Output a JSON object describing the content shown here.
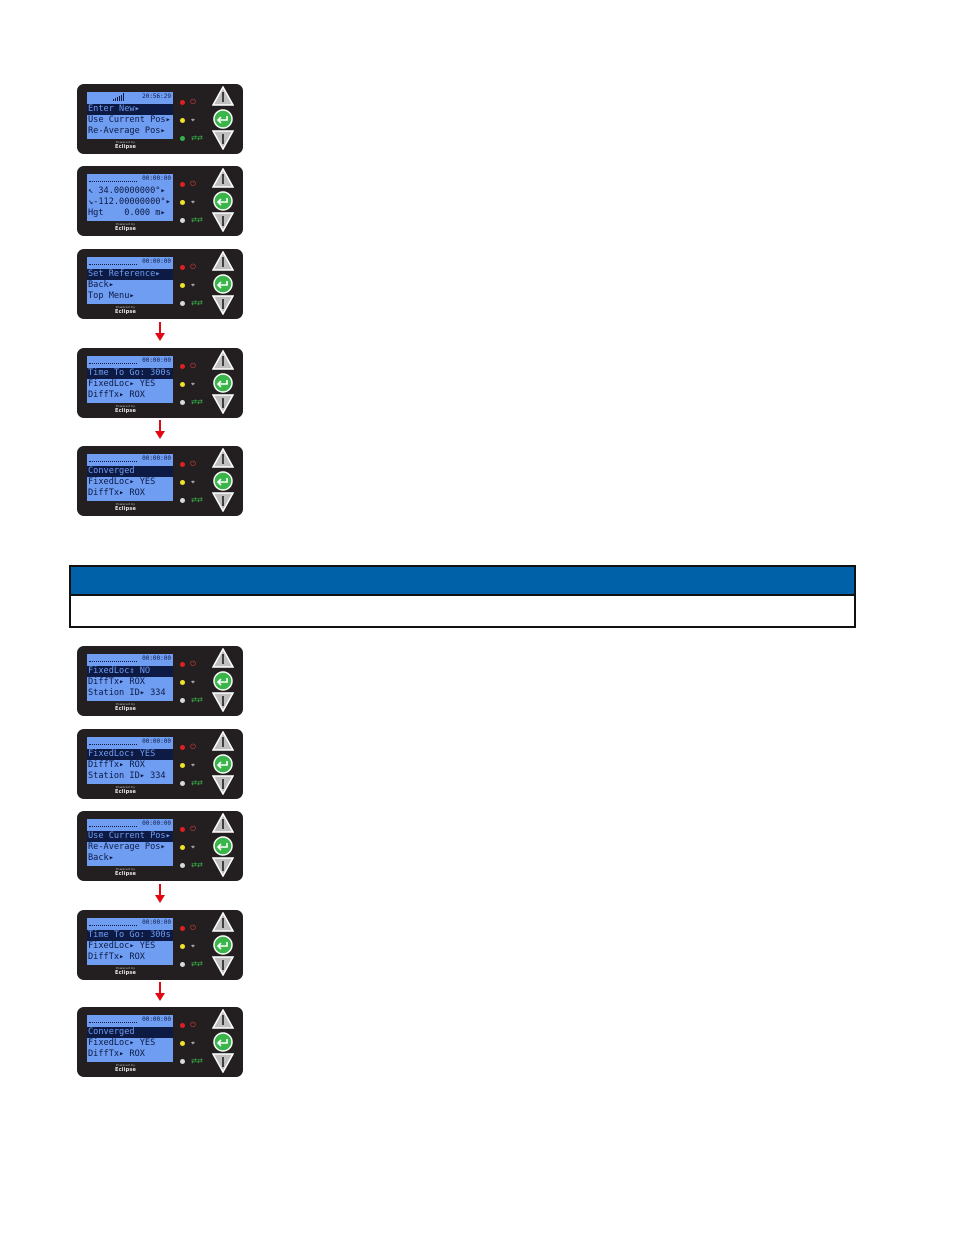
{
  "status_dots": "...............",
  "devices": [
    {
      "time": "20:56:29",
      "lines": [
        "Enter New▸",
        "Use Current Pos▸",
        "Re-Average Pos▸"
      ],
      "selected": 0,
      "signal": true,
      "led3": "green"
    },
    {
      "time": "00:00:00",
      "lines": [
        "↖ 34.00000000°▸",
        "↘-112.00000000°▸",
        "Hgt    0.000 m▸"
      ],
      "selected": -1,
      "signal": false,
      "led3": "white"
    },
    {
      "time": "00:00:00",
      "lines": [
        "Set Reference▸",
        "Back▸",
        "Top Menu▸"
      ],
      "selected": 0,
      "signal": false,
      "led3": "white"
    },
    {
      "time": "00:00:00",
      "lines": [
        "Time To Go: 300s",
        "FixedLoc▸ YES",
        "DiffTx▸ ROX"
      ],
      "selected": 0,
      "signal": false,
      "led3": "white"
    },
    {
      "time": "00:00:00",
      "lines": [
        "Converged",
        "FixedLoc▸ YES",
        "DiffTx▸ ROX"
      ],
      "selected": 0,
      "signal": false,
      "led3": "white"
    },
    {
      "time": "00:00:00",
      "lines": [
        "FixedLoc⇕ NO",
        "DiffTx▸ ROX",
        "Station ID▸ 334"
      ],
      "selected": 0,
      "signal": false,
      "led3": "white"
    },
    {
      "time": "00:00:00",
      "lines": [
        "FixedLoc⇕ YES",
        "DiffTx▸ ROX",
        "Station ID▸ 334"
      ],
      "selected": 0,
      "signal": false,
      "led3": "white"
    },
    {
      "time": "00:00:00",
      "lines": [
        "Use Current Pos▸",
        "Re-Average Pos▸",
        "Back▸"
      ],
      "selected": 0,
      "signal": false,
      "led3": "white"
    },
    {
      "time": "00:00:00",
      "lines": [
        "Time To Go: 300s",
        "FixedLoc▸ YES",
        "DiffTx▸ ROX"
      ],
      "selected": 0,
      "signal": false,
      "led3": "white"
    },
    {
      "time": "00:00:00",
      "lines": [
        "Converged",
        "FixedLoc▸ YES",
        "DiffTx▸ ROX"
      ],
      "selected": 0,
      "signal": false,
      "led3": "white"
    }
  ],
  "brand": {
    "powered_by": "Powered by",
    "name": "Eclipse"
  },
  "colors": {
    "lcd_background": "#6f9df2",
    "lcd_text": "#0d1a44",
    "device_body": "#231f20",
    "banner_band": "#0061a8",
    "arrow": "#e30613",
    "enter_button": "#39b54a"
  }
}
